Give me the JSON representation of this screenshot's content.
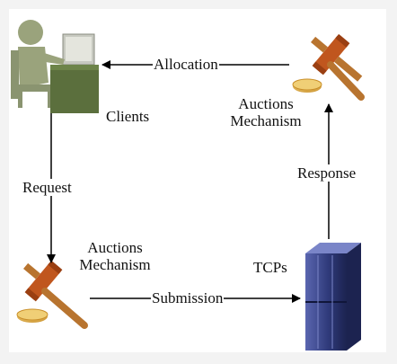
{
  "nodes": {
    "clients": "Clients",
    "auctions_top_line1": "Auctions",
    "auctions_top_line2": "Mechanism",
    "auctions_bottom_line1": "Auctions",
    "auctions_bottom_line2": "Mechanism",
    "tcps": "TCPs"
  },
  "edges": {
    "allocation": "Allocation",
    "request": "Request",
    "submission": "Submission",
    "response": "Response"
  },
  "icons": {
    "clients": "person-at-desk-icon",
    "auction_top": "gavel-icon",
    "auction_bottom": "gavel-icon",
    "tcps": "server-rack-icon"
  },
  "colors": {
    "person": "#9aa37c",
    "desk": "#5b6f3d",
    "gavel_head": "#c0561e",
    "gavel_handle": "#b8742f",
    "coin": "#e2b04a",
    "server": "#2f3a7a"
  }
}
